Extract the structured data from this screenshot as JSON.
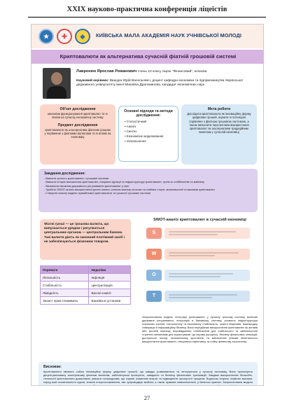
{
  "page": {
    "header": "XXIX науково-практична конференція ліцеїстів",
    "number": "27"
  },
  "poster": {
    "academy": "КИЇВСЬКА МАЛА АКАДЕМІЯ НАУК УЧНІВСЬКОЇ МОЛОДІ",
    "title": "Криптовалюти як альтернатива сучасній фіатній грошовій системі",
    "author": {
      "name": "Лавренюк Ярослав Романович",
      "info": "Учень 10 класу ліцею \"Фінансовий\", м.Києва",
      "supervisor_label": "Науковий керівник:",
      "supervisor": "Вишура Юрій Васильович, доцент кафедри економіки та підприємництва Української державного університету імені Михайла Драгоманова, кандидат економічних наук"
    },
    "object": {
      "heading": "Об'єкт дослідження",
      "text": "механізм функціонування криптовалют та їх вплив на сучасну економічну систему"
    },
    "subject": {
      "heading": "Предмет дослідження",
      "text": "криптовалюти як альтернатива фіатним грошам у порівнянні з фіатними валютами та їх вплив на економіку"
    },
    "methods": {
      "heading": "Основні підходи та методи дослідження:",
      "items": [
        "Статистичний",
        "Аналіз",
        "Синтез",
        "Економічне моделювання",
        "Узагальнення"
      ]
    },
    "goal": {
      "heading": "Мета роботи",
      "text": "Дослідити криптовалюти як інноваційну форму цифрових грошей, оцінити їх потенціал порівняно з фіатною грошовою системою, а також визначити перспективи використання криптовалют як альтернативи традиційним валютам у сучасній економіці"
    },
    "tasks": {
      "heading": "Завдання дослідження:",
      "items": [
        "Вивчити сутність криптовалют і грошової системи",
        "Вивчити історію виникнення криптовалют, з'ясувати функції та інфраструктуру криптовалют, сутність стейблкоїнів та майнінгу",
        "Визначити механізм державного регулювання криптовалют у світі",
        "Зробити SWOT-аналіз використання крипто валют, шляхом аналізу сильних та слабких сторін, можливостей та викликів криптовалют",
        "Створити власну модель привабливої криптовалюти та сучасної грошової системи"
      ]
    },
    "definition": "Фіатні гроші — це грошова валюта, що випускається урядом і регулюється центральним органом — центральним банком. Такі валюти діють як законний платіжний засіб і не забезпечуються фізичним товаром.",
    "comparison": {
      "headers": [
        "Переваги",
        "Недоліки"
      ],
      "rows": [
        [
          "Легальність",
          "Інфляція"
        ],
        [
          "Стабільність",
          "Централізація"
        ],
        [
          "Ліквідність",
          "Високі комісії"
        ],
        [
          "Захист прав споживача",
          "Банківські установи"
        ]
      ]
    },
    "swot": {
      "title": "SWOT-аналіз криптовалют в сучасній економіці",
      "letters": [
        "S",
        "W",
        "O",
        "T"
      ]
    },
    "analysis": "Запропонована модель інтеграції криптовалют у сучасну грошову систему включає державне регулювання, інтеграцію в банківську систему, розвиток інфраструктури платіжних систем, технологічну та економічну стабільність, освітні ініціативи, міжнародну співпрацю й інформаційну безпеку. Вона передбачає використання криптовалют як активів або засобів платежу, впровадження стейблкоїнів для стабільності та забезпечення стратегіч механізмів для користувачів. Ця справа (процесс), безпеку фінансових операцій, доступності послуг, економічному зростанню та зменшенню ризиків нелегального використання криптовалют, створюючи ефективну та стійку фінансову екосистему.",
    "conclusions": {
      "heading": "Висновки:",
      "text": "Криптовалюти являють собою інноваційну форму цифрових грошей, що швидко розвиваються та інтегруються у сучасну економіку. Вони пропонують децентралізовану альтернативу фіатним валютам, забезпечуючи прозорість, швидкість та безпеку фінансових транзакцій. Завдяки використанню блокчейн-технології криптовалюти дозволяють уникати посередників, що сприяє зниженню витрат та підвищенню прозорості процесів. Водночас існують серйозні виклики, серед яких волатильність курсів, значне енергоспоживання, яке супроводжує майнінг, а також правова невизначеність у багатьох країнах. Запропонована модель переконливої криптовалюти та традиційною грошовою системою включає державне регулювання, міжнародну співпрацю та розвиток фінансової інфраструктури. Впровадження таких підходів дозволить забезпечити стабільність ринку та зміцнити довіру до цифрових активів. Результати дослідження підтверджують, що за умови правового, ефективного регулювання та забезпечення безпеки, криптовалюти мають значний потенціал для подальшого розвитку та інтеграції у глобальну економіку."
    }
  }
}
